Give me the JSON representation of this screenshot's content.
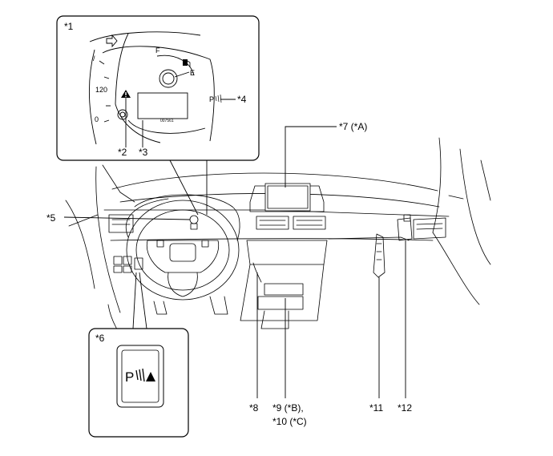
{
  "callouts": {
    "c1": "*1",
    "c2": "*2",
    "c3": "*3",
    "c4": "*4",
    "c5": "*5",
    "c6": "*6",
    "c7": "*7 (*A)",
    "c8": "*8",
    "c9": "*9 (*B),",
    "c10": "*10 (*C)",
    "c11": "*11",
    "c12": "*12"
  },
  "gauge": {
    "speed_120": "120",
    "fuel_full": "F",
    "fuel_empty": "E",
    "part_code": "007561"
  },
  "icons": {
    "warning": "warning-triangle-icon",
    "parking_sonar": "parking-sonar-icon",
    "turn_arrow": "turn-signal-arrow-icon",
    "fuel_pump": "fuel-pump-icon"
  }
}
